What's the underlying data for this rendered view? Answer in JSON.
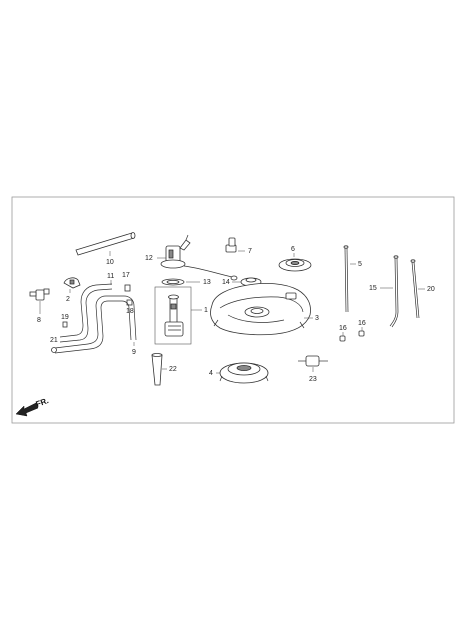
{
  "diagram": {
    "direction_label": "FR.",
    "callouts": {
      "c1": "1",
      "c2": "2",
      "c3": "3",
      "c4": "4",
      "c5": "5",
      "c6": "6",
      "c7": "7",
      "c8": "8",
      "c9": "9",
      "c10": "10",
      "c11": "11",
      "c12": "12",
      "c13": "13",
      "c14": "14",
      "c15": "15",
      "c16a": "16",
      "c16b": "16",
      "c17": "17",
      "c18": "18",
      "c19": "19",
      "c20": "20",
      "c21": "21",
      "c22": "22",
      "c23": "23"
    },
    "icons": {
      "front_arrow": "front-direction-arrow-icon"
    },
    "colors": {
      "line": "#333333",
      "frame": "#9a9a9a",
      "background": "#ffffff"
    }
  }
}
